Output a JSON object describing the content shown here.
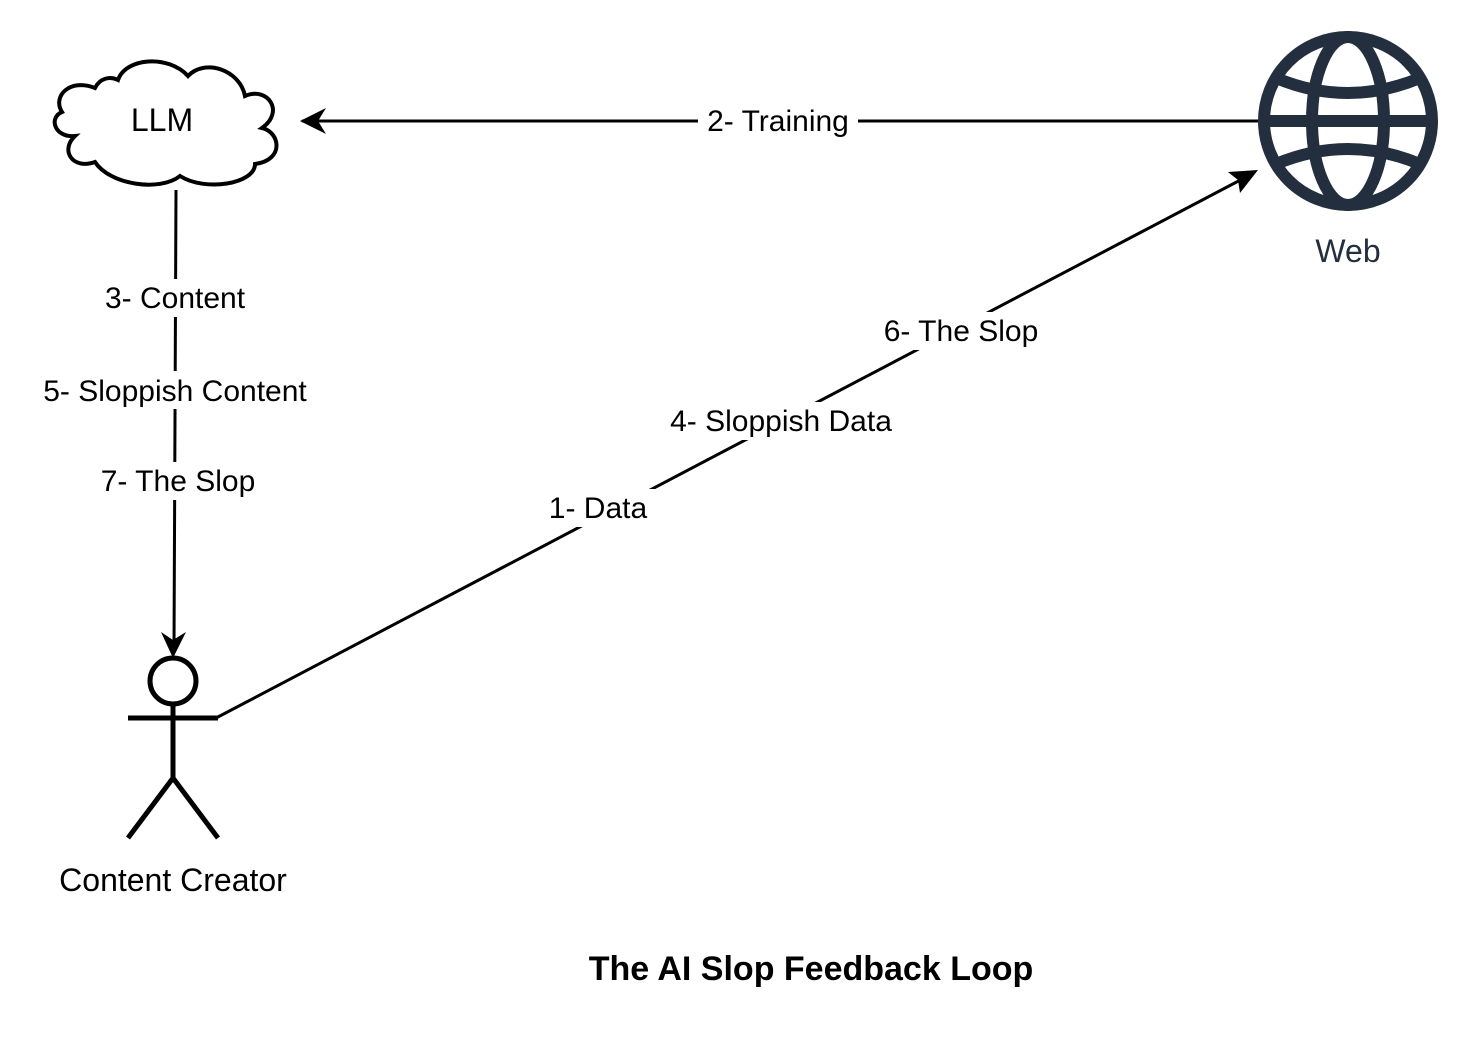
{
  "nodes": {
    "llm": {
      "label": "LLM"
    },
    "web": {
      "label": "Web"
    },
    "content_creator": {
      "label": "Content Creator"
    }
  },
  "edges": {
    "training": {
      "label": "2- Training"
    },
    "content": {
      "label": "3- Content"
    },
    "sloppish_content": {
      "label": "5- Sloppish Content"
    },
    "the_slop_down": {
      "label": "7- The Slop"
    },
    "data": {
      "label": "1- Data"
    },
    "sloppish_data": {
      "label": "4- Sloppish Data"
    },
    "the_slop_up": {
      "label": "6- The Slop"
    }
  },
  "title": "The AI Slop Feedback Loop",
  "colors": {
    "line": "#000000",
    "web_icon": "#232F3E",
    "background": "#ffffff"
  }
}
